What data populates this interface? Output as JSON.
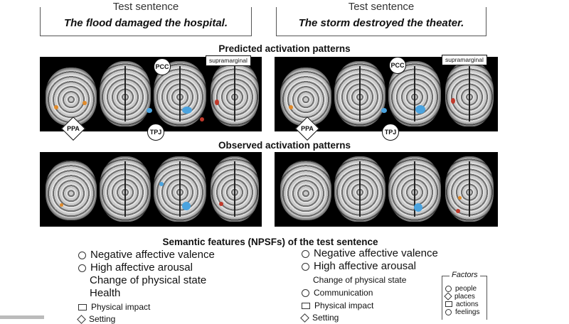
{
  "left_test": {
    "label": "Test sentence",
    "sentence": "The flood damaged the hospital."
  },
  "right_test": {
    "label": "Test sentence",
    "sentence": "The storm destroyed the theater."
  },
  "predicted_title": "Predicted activation patterns",
  "observed_title": "Observed activation patterns",
  "callouts": {
    "pcc": "PCC",
    "tpj": "TPJ",
    "ppa": "PPA",
    "supramarginal": "supramarginal"
  },
  "features_title": "Semantic features (NPSFs) of the test sentence",
  "left_features": [
    {
      "symbol": "circle",
      "text": "Negative affective valence"
    },
    {
      "symbol": "circle",
      "text": "High affective arousal"
    },
    {
      "symbol": "none",
      "text": "Change of physical state"
    },
    {
      "symbol": "none",
      "text": "Health"
    },
    {
      "symbol": "square",
      "text": "Physical impact"
    },
    {
      "symbol": "diamond",
      "text": "Setting"
    }
  ],
  "right_features": [
    {
      "symbol": "circle",
      "text": "Negative affective valence"
    },
    {
      "symbol": "circle",
      "text": "High affective arousal"
    },
    {
      "symbol": "none",
      "text": "Change of physical state"
    },
    {
      "symbol": "circle",
      "text": "Communication"
    },
    {
      "symbol": "square",
      "text": "Physical impact"
    },
    {
      "symbol": "diamond",
      "text": "Setting"
    }
  ],
  "factors": {
    "title": "Factors",
    "items": [
      {
        "symbol": "circle",
        "text": "people"
      },
      {
        "symbol": "diamond",
        "text": "places"
      },
      {
        "symbol": "square",
        "text": "actions"
      },
      {
        "symbol": "circle",
        "text": "feelings"
      }
    ]
  },
  "colors": {
    "activation_blue": "#4aa3df",
    "activation_orange": "#e08a2a",
    "activation_red": "#c0392b"
  }
}
